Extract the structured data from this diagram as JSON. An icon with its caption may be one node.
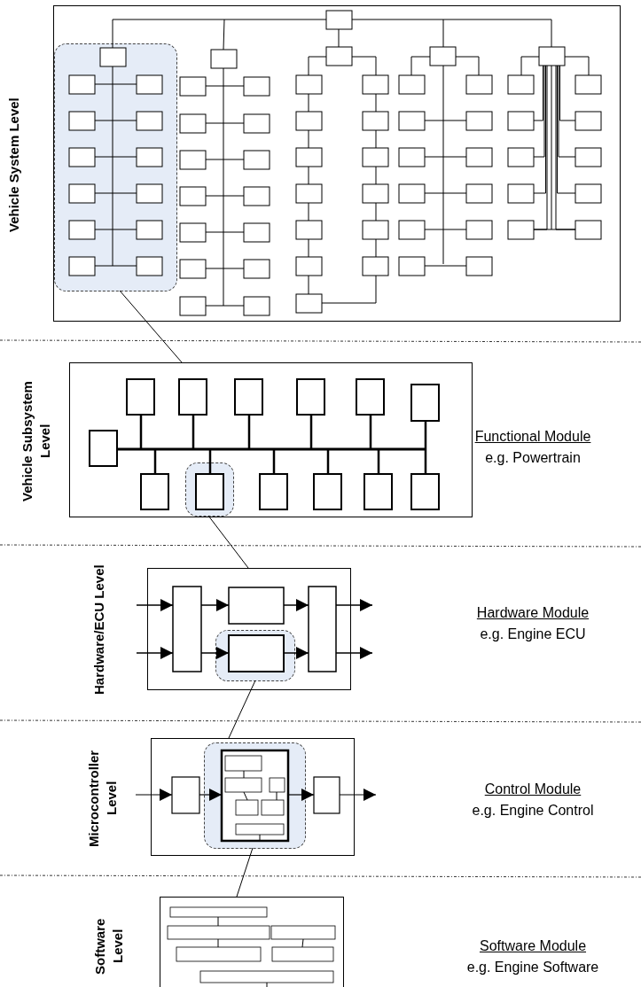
{
  "diagram": {
    "nodes": [
      {
        "text": [
          "Vehicle System Level"
        ]
      },
      {
        "text": [],
        "shape": "box",
        "in": 0
      },
      {
        "text": [
          "Vehicle Subsystem Level"
        ],
        "beside": [
          "Functional Module",
          "e.g. Powertrain"
        ]
      },
      {
        "text": [],
        "shape": "box",
        "in": 2
      },
      {
        "text": [
          "Hardware/ECU Level"
        ],
        "beside": [
          "Hardware Module",
          "e.g. Engine ECU"
        ]
      },
      {
        "text": [],
        "shape": "box",
        "in": 4
      },
      {
        "text": [
          "Microcontroller Level"
        ],
        "beside": [
          "Control Module",
          "e.g. Engine Control"
        ]
      },
      {
        "text": [],
        "shape": "box",
        "in": 6
      },
      {
        "text": [
          "Software Level"
        ],
        "beside": [
          "Software Module",
          "e.g. Engine Software"
        ]
      }
    ],
    "edges": [
      {
        "from": 1,
        "to": 2,
        "arrow": "none"
      },
      {
        "from": 3,
        "to": 4,
        "arrow": "none"
      },
      {
        "from": 5,
        "to": 6,
        "arrow": "none"
      },
      {
        "from": 7,
        "to": 8,
        "arrow": "none"
      }
    ]
  }
}
